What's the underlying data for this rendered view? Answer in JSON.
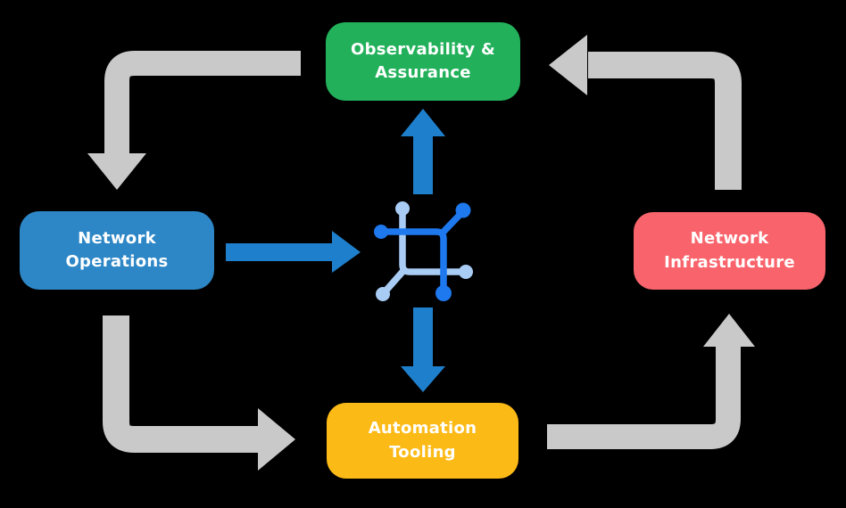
{
  "background_color": "#000000",
  "nodes": {
    "observability": {
      "label": "Observability &\nAssurance",
      "color": "#22b15a",
      "text_color": "#ffffff"
    },
    "operations": {
      "label": "Network\nOperations",
      "color": "#2d87c6",
      "text_color": "#ffffff"
    },
    "infrastructure": {
      "label": "Network\nInfrastructure",
      "color": "#f9646c",
      "text_color": "#ffffff"
    },
    "automation": {
      "label": "Automation\nTooling",
      "color": "#fcba16",
      "text_color": "#ffffff"
    }
  },
  "hub": {
    "icon": "network-mesh-icon"
  },
  "colors": {
    "cycle_arrow": "#c9c9c9",
    "hub_arrow": "#1e80cd",
    "icon_primary": "#1e78ee",
    "icon_secondary": "#a9ccf5"
  },
  "edges": [
    {
      "from": "observability",
      "to": "operations",
      "style": "gray-cycle"
    },
    {
      "from": "operations",
      "to": "automation",
      "style": "gray-cycle"
    },
    {
      "from": "automation",
      "to": "infrastructure",
      "style": "gray-cycle"
    },
    {
      "from": "infrastructure",
      "to": "observability",
      "style": "gray-cycle"
    },
    {
      "from": "operations",
      "to": "hub",
      "style": "blue"
    },
    {
      "from": "hub",
      "to": "observability",
      "style": "blue"
    },
    {
      "from": "hub",
      "to": "automation",
      "style": "blue"
    }
  ]
}
